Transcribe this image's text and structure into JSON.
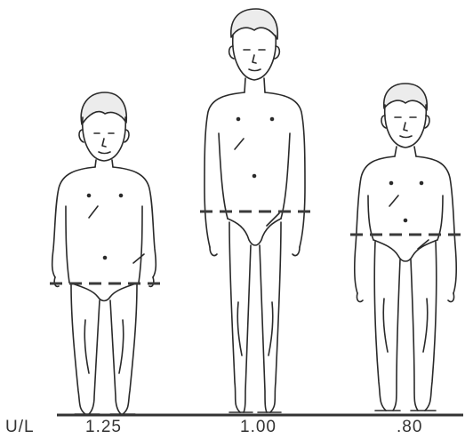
{
  "figure": {
    "axis_label": "U/L",
    "figures": [
      {
        "ratio_label": "1.25"
      },
      {
        "ratio_label": "1.00"
      },
      {
        "ratio_label": ".80"
      }
    ]
  }
}
